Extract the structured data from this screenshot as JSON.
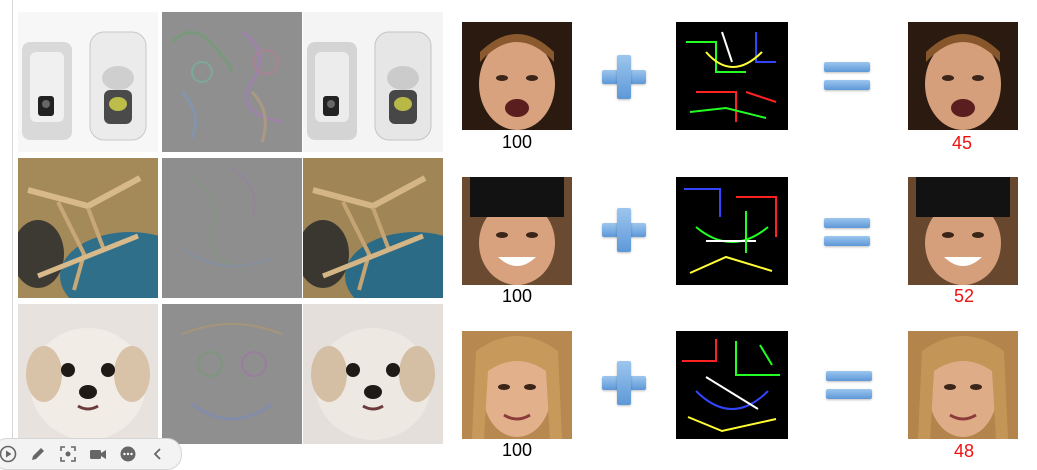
{
  "rows": [
    {
      "source_score": "100",
      "result_score": "45"
    },
    {
      "source_score": "100",
      "result_score": "52"
    },
    {
      "source_score": "100",
      "result_score": "48"
    }
  ],
  "colors": {
    "result_score": "#ee1111",
    "operator_blue": "#5e98d8",
    "noise_gray": "#8c8c8c"
  },
  "icons": [
    "play-icon",
    "pen-icon",
    "capture-icon",
    "camera-icon",
    "more-icon",
    "back-icon"
  ]
}
